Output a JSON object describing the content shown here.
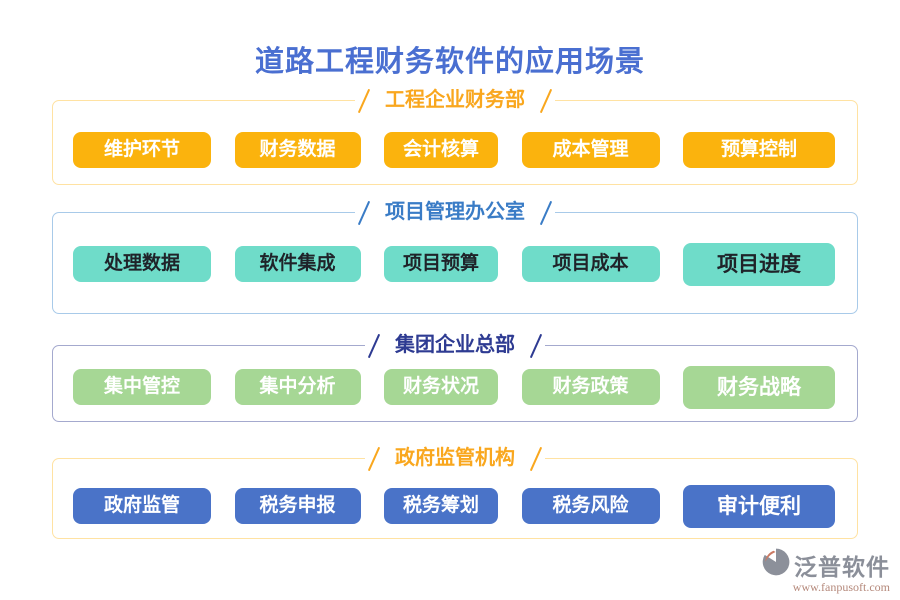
{
  "page": {
    "title": "道路工程财务软件的应用场景",
    "title_color": "#4A6FD1",
    "background": "#FFFFFF"
  },
  "sections": [
    {
      "name": "工程企业财务部",
      "accent_color": "#F9A71E",
      "border_color": "#FFE2A2",
      "button_bg": "#FBB30D",
      "button_text_color": "#FFFFFF",
      "buttons": [
        "维护环节",
        "财务数据",
        "会计核算",
        "成本管理",
        "预算控制"
      ]
    },
    {
      "name": "项目管理办公室",
      "accent_color": "#3A7CC6",
      "border_color": "#A8CAE9",
      "button_bg": "#6FDCC9",
      "button_text_color": "#1F2329",
      "buttons": [
        "处理数据",
        "软件集成",
        "项目预算",
        "项目成本",
        "项目进度"
      ]
    },
    {
      "name": "集团企业总部",
      "accent_color": "#2E3B92",
      "border_color": "#A4A9CE",
      "button_bg": "#A6D795",
      "button_text_color": "#FFFFFF",
      "buttons": [
        "集中管控",
        "集中分析",
        "财务状况",
        "财务政策",
        "财务战略"
      ]
    },
    {
      "name": "政府监管机构",
      "accent_color": "#F9A71E",
      "border_color": "#FFE2A2",
      "button_bg": "#4A73C8",
      "button_text_color": "#FFFFFF",
      "buttons": [
        "政府监管",
        "税务申报",
        "税务筹划",
        "税务风险",
        "审计便利"
      ]
    }
  ],
  "footer": {
    "brand": "泛普软件",
    "website": "www.fanpusoft.com",
    "logo": "fanpu-logo",
    "brand_color": "#8B8F99",
    "website_color": "#B5897B"
  }
}
